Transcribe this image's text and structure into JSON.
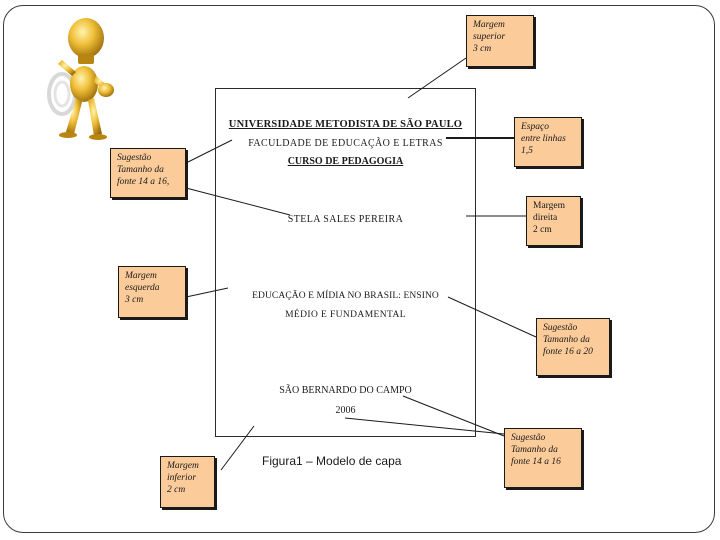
{
  "page": {
    "university": "UNIVERSIDADE METODISTA DE SÃO PAULO",
    "faculty": "FACULDADE DE EDUCAÇÃO E LETRAS",
    "course": "CURSO DE PEDAGOGIA",
    "author": "STELA SALES PEREIRA",
    "title_line1": "EDUCAÇÃO E MÍDIA NO BRASIL: ENSINO",
    "title_line2": "MÉDIO E FUNDAMENTAL",
    "city": "SÃO BERNARDO DO CAMPO",
    "year": "2006"
  },
  "caption": "Figura1 – Modelo de capa",
  "callouts": {
    "margem_superior": [
      "Margem",
      "superior",
      "3 cm"
    ],
    "espaco_entre_linhas": [
      "Espaço",
      "entre linhas",
      "1,5"
    ],
    "sugestao_fonte_topo": [
      "Sugestão",
      "Tamanho da",
      "fonte 14 a 16,"
    ],
    "margem_direita": [
      "Margem",
      "direita",
      "2 cm"
    ],
    "margem_esquerda": [
      "Margem",
      "esquerda",
      "3 cm"
    ],
    "sugestao_fonte_titulo": [
      "Sugestão",
      "Tamanho da",
      "fonte 16 a 20"
    ],
    "sugestao_fonte_base": [
      "Sugestão",
      "Tamanho da",
      "fonte 14 a 16"
    ],
    "margem_inferior": [
      "Margem",
      "inferior",
      "2 cm"
    ]
  },
  "colors": {
    "callout_fill": "#fbcb9a",
    "mascot_gold": "#d9a520"
  },
  "icons": {
    "mascot": "lightbulb-head-figure-icon"
  }
}
